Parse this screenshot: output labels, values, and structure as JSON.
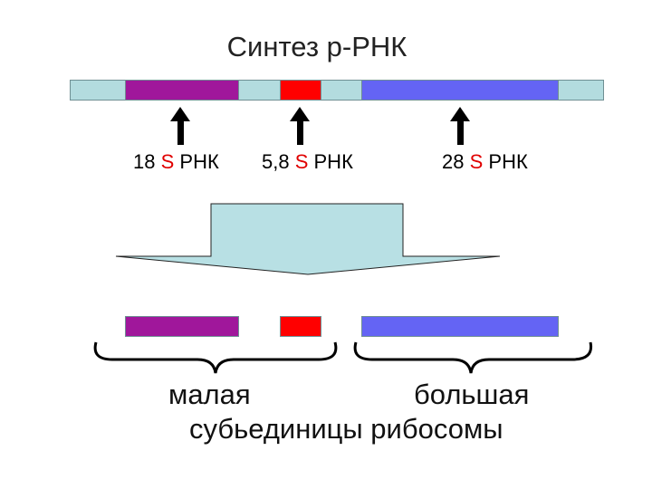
{
  "title": "Синтез р-РНК",
  "labels": {
    "rna18": {
      "num": "18 ",
      "s": "S",
      "rest": " РНК"
    },
    "rna58": {
      "num": "5,8 ",
      "s": "S",
      "rest": "  РНК"
    },
    "rna28": {
      "num": "28 ",
      "s": "S",
      "rest": " РНК"
    }
  },
  "subunits": {
    "small": "малая",
    "large": "большая",
    "caption": "субьединицы рибосомы"
  },
  "colors": {
    "spacer": "#b3dcdf",
    "rna18": "#a0179b",
    "rna58": "#ff0000",
    "rna28": "#6464f4",
    "arrow_fill": "#b8e0e4"
  }
}
